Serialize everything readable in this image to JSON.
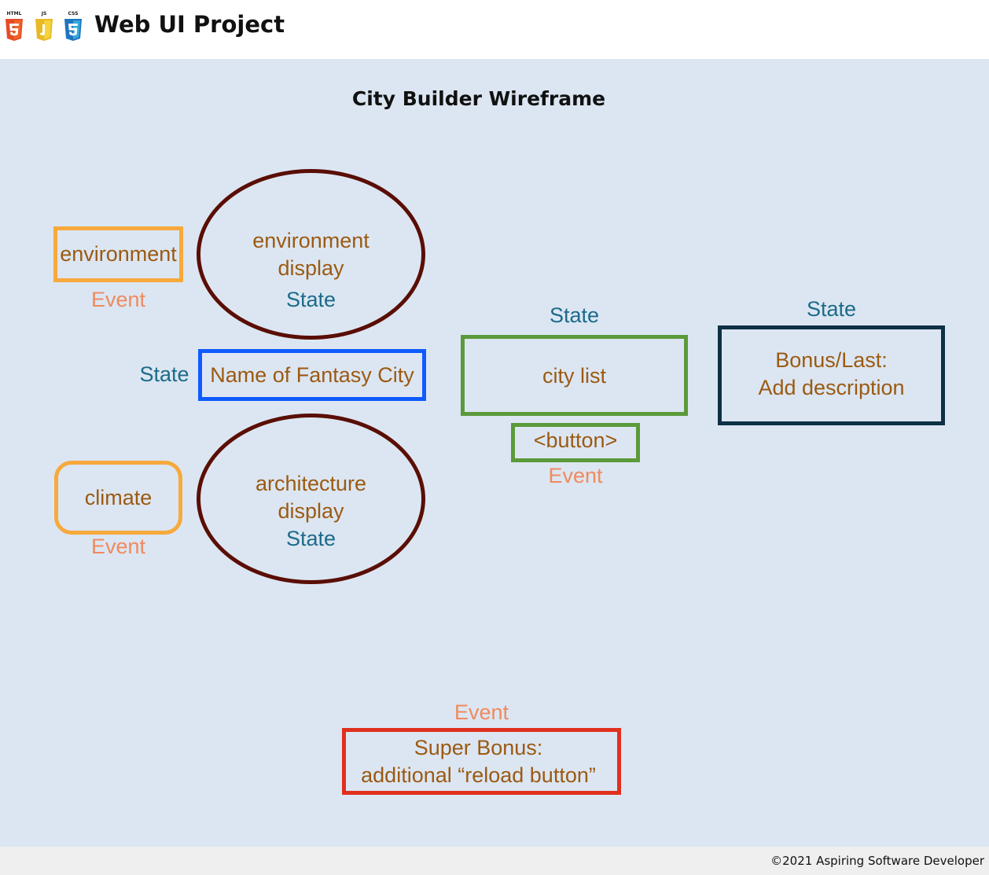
{
  "header": {
    "title": "Web UI Project",
    "badges": [
      {
        "tag": "HTML",
        "icon": "html5-icon",
        "color": "#e44d26"
      },
      {
        "tag": "JS",
        "icon": "js-icon",
        "color": "#f0c419"
      },
      {
        "tag": "CSS",
        "icon": "css3-icon",
        "color": "#1f74bf"
      }
    ]
  },
  "diagram": {
    "title": "City Builder Wireframe",
    "nodes": {
      "environment_button": {
        "label": "environment",
        "kind": "Event",
        "border_color": "#f7a93b"
      },
      "environment_display": {
        "label_line1": "environment",
        "label_line2": "display",
        "kind": "State",
        "border_color": "#5a0e05"
      },
      "name_input": {
        "label": "Name of Fantasy City",
        "kind": "State",
        "border_color": "#0f5bff"
      },
      "climate_button": {
        "label": "climate",
        "kind": "Event",
        "border_color": "#f7a93b"
      },
      "architecture_display": {
        "label_line1": "architecture",
        "label_line2": "display",
        "kind": "State",
        "border_color": "#5a0e05"
      },
      "city_list": {
        "label": "city list",
        "kind": "State",
        "border_color": "#5b9a3a"
      },
      "city_button": {
        "label": "<button>",
        "kind": "Event",
        "border_color": "#5b9a3a"
      },
      "bonus_description": {
        "label_line1": "Bonus/Last:",
        "label_line2": "Add description",
        "kind": "State",
        "border_color": "#0d3044"
      },
      "super_bonus": {
        "label_line1": "Super Bonus:",
        "label_line2": "additional “reload button”",
        "kind": "Event",
        "border_color": "#e0301e"
      }
    }
  },
  "footer": {
    "text": "©2021 Aspiring Software Developer"
  }
}
